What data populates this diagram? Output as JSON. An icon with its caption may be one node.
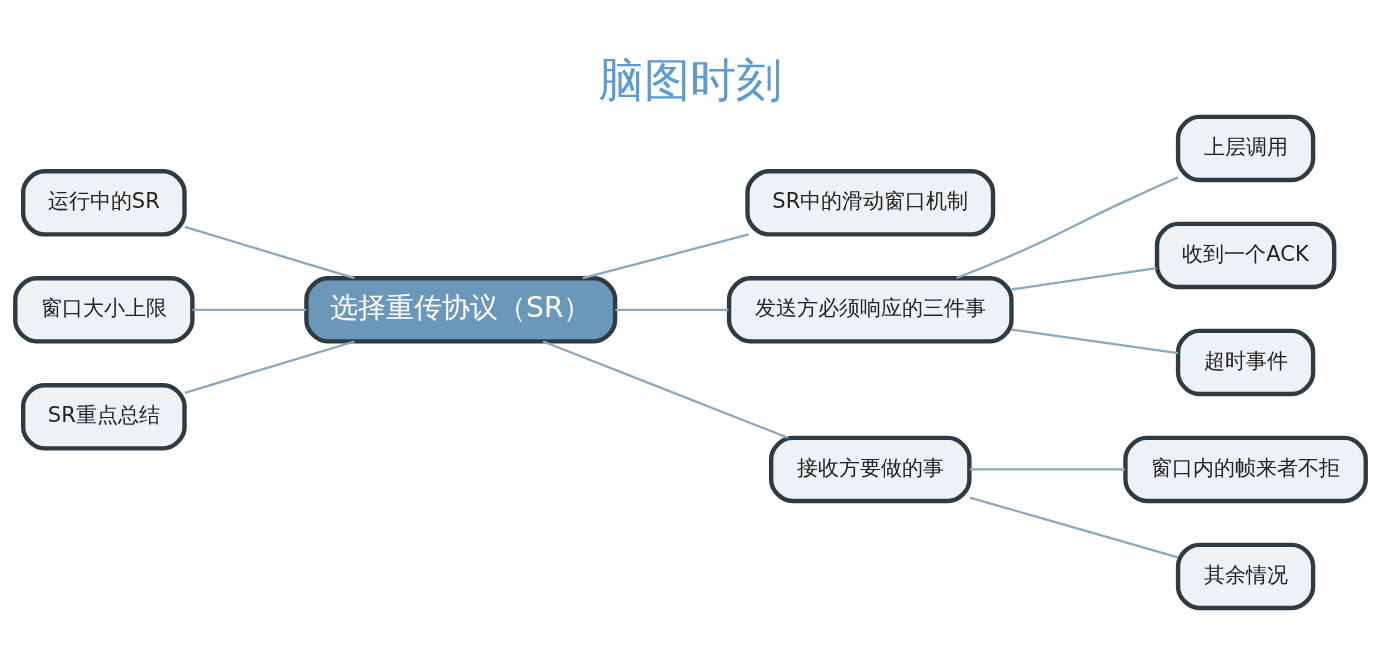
{
  "diagram": {
    "title": "脑图时刻",
    "nodes": [
      {
        "text": [
          "选择重传协议（SR）"
        ]
      },
      {
        "text": [
          "运行中的SR"
        ]
      },
      {
        "text": [
          "窗口大小上限"
        ]
      },
      {
        "text": [
          "SR重点总结"
        ]
      },
      {
        "text": [
          "SR中的滑动窗口机制"
        ]
      },
      {
        "text": [
          "发送方必须响应的三件事"
        ]
      },
      {
        "text": [
          "上层调用"
        ]
      },
      {
        "text": [
          "收到一个ACK"
        ]
      },
      {
        "text": [
          "超时事件"
        ]
      },
      {
        "text": [
          "接收方要做的事"
        ]
      },
      {
        "text": [
          "窗口内的帧来者不拒"
        ]
      },
      {
        "text": [
          "其余情况"
        ]
      }
    ],
    "edges": [
      {
        "from": 1,
        "to": 0,
        "arrow": "none"
      },
      {
        "from": 2,
        "to": 0,
        "arrow": "none"
      },
      {
        "from": 3,
        "to": 0,
        "arrow": "none"
      },
      {
        "from": 0,
        "to": 4,
        "arrow": "none"
      },
      {
        "from": 0,
        "to": 5,
        "arrow": "none"
      },
      {
        "from": 5,
        "to": 6,
        "arrow": "none"
      },
      {
        "from": 5,
        "to": 7,
        "arrow": "none"
      },
      {
        "from": 5,
        "to": 8,
        "arrow": "none"
      },
      {
        "from": 0,
        "to": 9,
        "arrow": "none"
      },
      {
        "from": 9,
        "to": 10,
        "arrow": "none"
      },
      {
        "from": 9,
        "to": 11,
        "arrow": "none"
      }
    ]
  }
}
